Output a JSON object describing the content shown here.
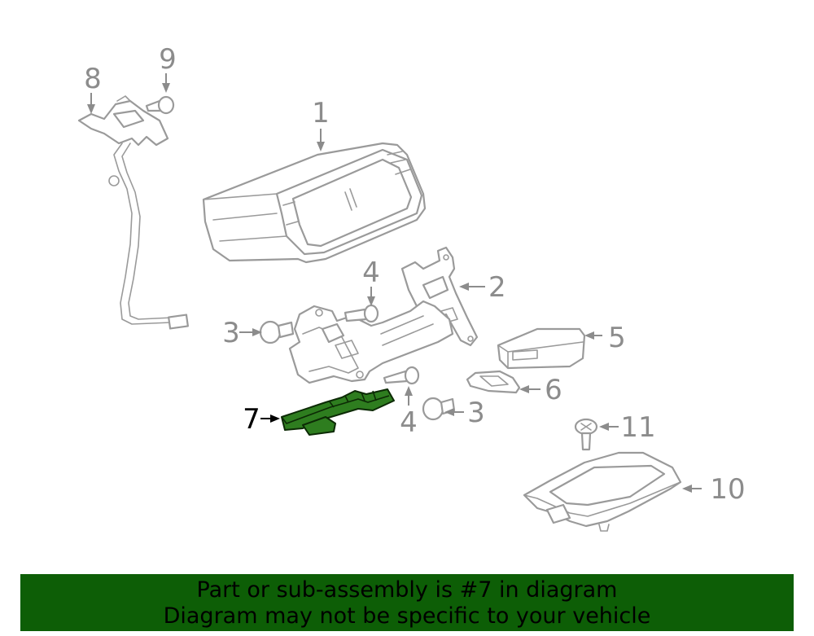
{
  "callouts": {
    "c1": "1",
    "c2": "2",
    "c3a": "3",
    "c3b": "3",
    "c4a": "4",
    "c4b": "4",
    "c5": "5",
    "c6": "6",
    "c7": "7",
    "c8": "8",
    "c9": "9",
    "c10": "10",
    "c11": "11"
  },
  "highlighted_part": "7",
  "colors": {
    "highlight_fill": "#2e7d1f",
    "banner_background": "#0d5e06",
    "line_art": "#9a9a9a"
  },
  "banner": {
    "line1": "Part or sub-assembly is #7 in diagram",
    "line2": "Diagram may not be specific to your vehicle"
  }
}
